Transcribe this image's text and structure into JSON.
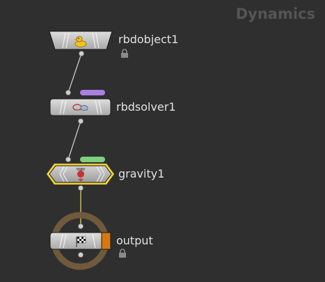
{
  "network": {
    "context_label": "Dynamics",
    "nodes": [
      {
        "name": "rbdobject1",
        "icon": "rubber-duck-icon",
        "locked": true
      },
      {
        "name": "rbdsolver1",
        "icon": "rbd-solver-icon",
        "flag_color": "#a97fe0"
      },
      {
        "name": "gravity1",
        "icon": "gravity-apple-icon",
        "flag_color": "#7ed07e",
        "selected": true,
        "selection_color": "#f2d234"
      },
      {
        "name": "output",
        "icon": "checkered-flag-icon",
        "locked": true,
        "display_flag_color": "#d5780f",
        "output_ring_color": "#6f5a3c"
      }
    ],
    "wire_color": "#c8c8c8",
    "wire_selected_color": "#ded36a"
  }
}
